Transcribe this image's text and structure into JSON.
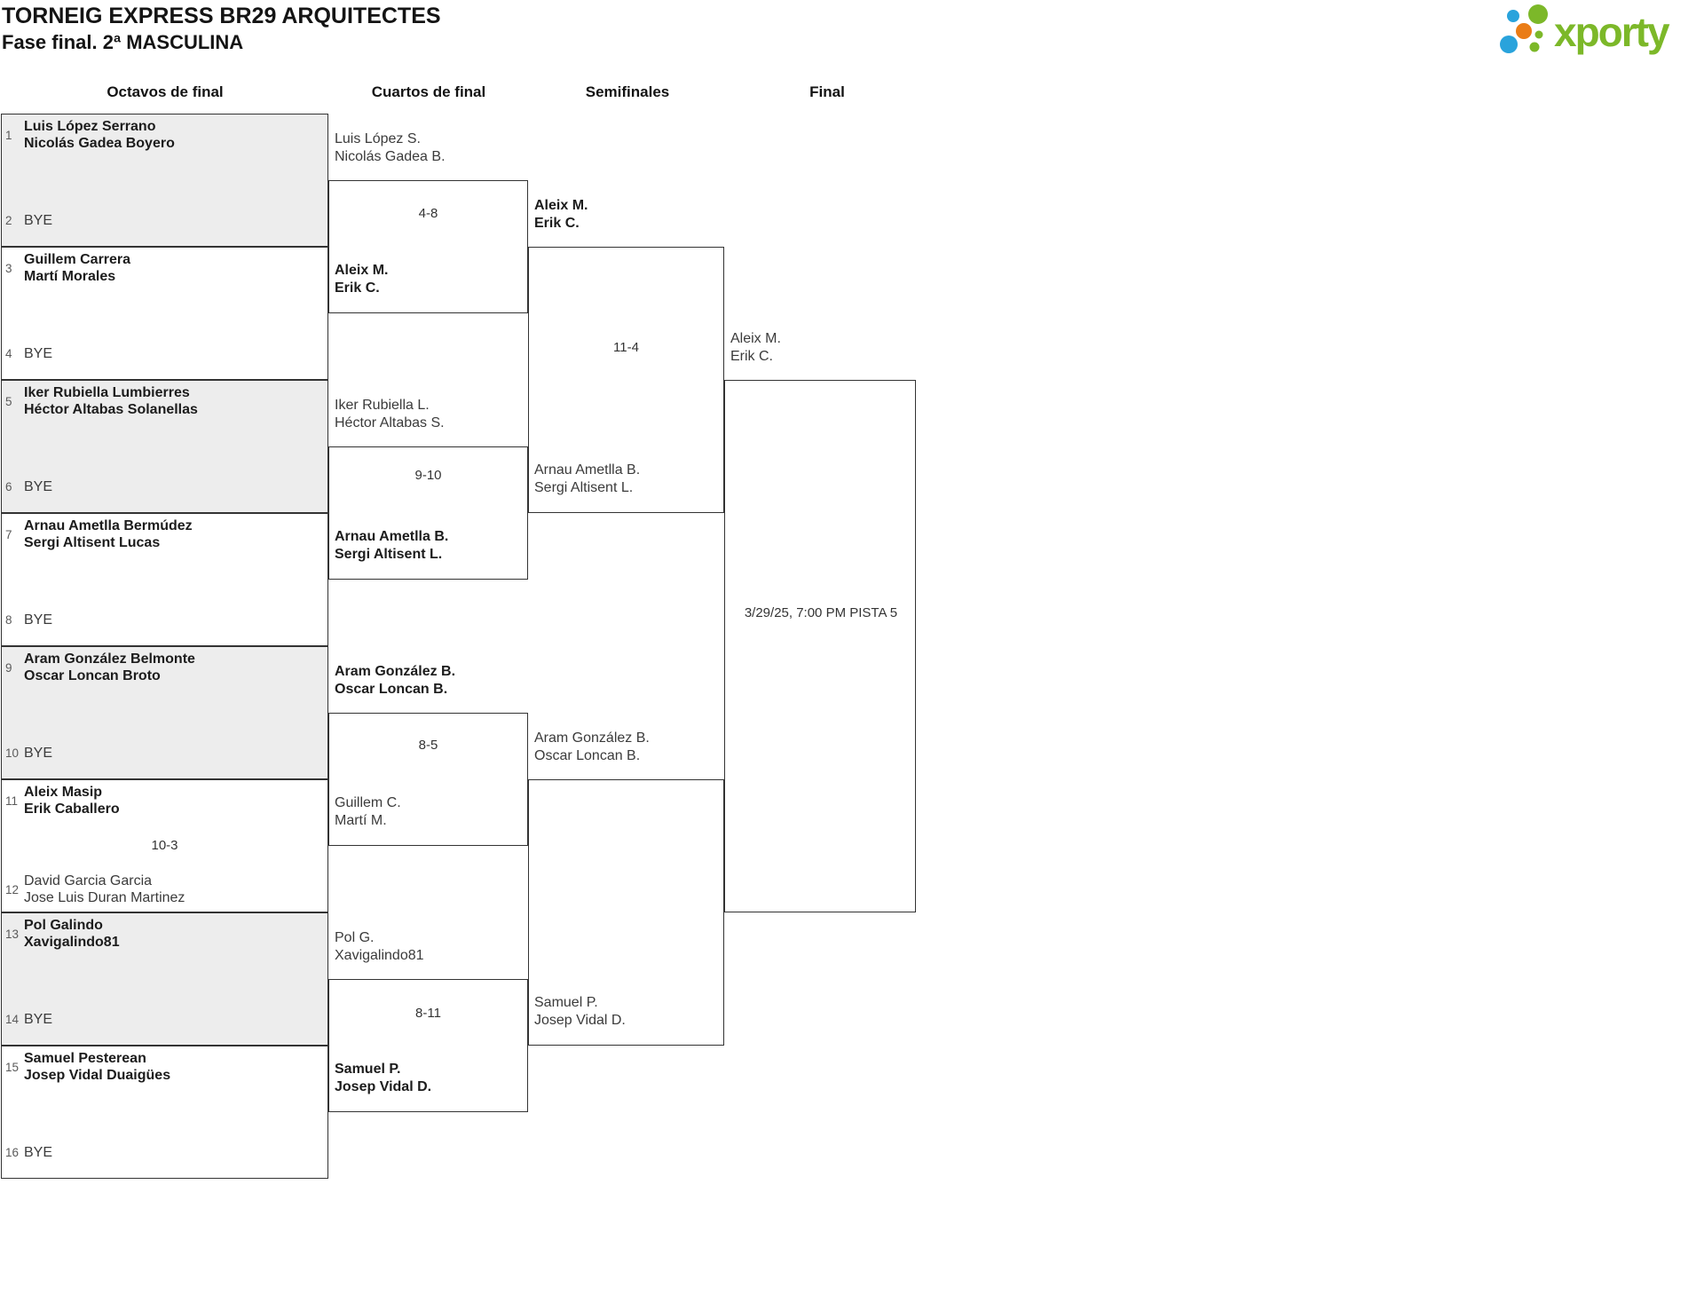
{
  "title": "TORNEIG EXPRESS BR29 ARQUITECTES",
  "subtitle": "Fase final. 2ª MASCULINA",
  "logo": {
    "wordmark": "xporty",
    "green": "#7cb829",
    "blue": "#29a3dc",
    "orange": "#ea7c16"
  },
  "round_headers": [
    "Octavos de final",
    "Cuartos de final",
    "Semifinales",
    "Final"
  ],
  "octavos": [
    {
      "seed_a": "1",
      "team_a": [
        "Luis López Serrano",
        "Nicolás Gadea Boyero"
      ],
      "seed_b": "2",
      "team_b": [
        "BYE"
      ],
      "score": ""
    },
    {
      "seed_a": "3",
      "team_a": [
        "Guillem Carrera",
        "Martí Morales"
      ],
      "seed_b": "4",
      "team_b": [
        "BYE"
      ],
      "score": ""
    },
    {
      "seed_a": "5",
      "team_a": [
        "Iker Rubiella Lumbierres",
        "Héctor Altabas Solanellas"
      ],
      "seed_b": "6",
      "team_b": [
        "BYE"
      ],
      "score": ""
    },
    {
      "seed_a": "7",
      "team_a": [
        "Arnau Ametlla Bermúdez",
        "Sergi Altisent Lucas"
      ],
      "seed_b": "8",
      "team_b": [
        "BYE"
      ],
      "score": ""
    },
    {
      "seed_a": "9",
      "team_a": [
        "Aram González Belmonte",
        "Oscar Loncan Broto"
      ],
      "seed_b": "10",
      "team_b": [
        "BYE"
      ],
      "score": ""
    },
    {
      "seed_a": "11",
      "team_a": [
        "Aleix Masip",
        "Erik Caballero"
      ],
      "seed_b": "12",
      "team_b": [
        "David Garcia Garcia",
        "Jose Luis Duran Martinez"
      ],
      "score": "10-3",
      "winner": "a"
    },
    {
      "seed_a": "13",
      "team_a": [
        "Pol Galindo",
        "Xavigalindo81"
      ],
      "seed_b": "14",
      "team_b": [
        "BYE"
      ],
      "score": ""
    },
    {
      "seed_a": "15",
      "team_a": [
        "Samuel Pesterean",
        "Josep Vidal Duaigües"
      ],
      "seed_b": "16",
      "team_b": [
        "BYE"
      ],
      "score": ""
    }
  ],
  "cuartos": [
    {
      "team_a": [
        "Luis López S.",
        "Nicolás Gadea B."
      ],
      "team_b": [
        "Aleix M.",
        "Erik C."
      ],
      "score": "4-8",
      "winner": "b"
    },
    {
      "team_a": [
        "Iker Rubiella L.",
        "Héctor Altabas S."
      ],
      "team_b": [
        "Arnau Ametlla B.",
        "Sergi Altisent L."
      ],
      "score": "9-10",
      "winner": "b"
    },
    {
      "team_a": [
        "Aram González B.",
        "Oscar Loncan B."
      ],
      "team_b": [
        "Guillem C.",
        "Martí M."
      ],
      "score": "8-5",
      "winner": "a"
    },
    {
      "team_a": [
        "Pol G.",
        "Xavigalindo81"
      ],
      "team_b": [
        "Samuel P.",
        "Josep Vidal D."
      ],
      "score": "8-11",
      "winner": "b"
    }
  ],
  "semifinales": [
    {
      "team_a": [
        "Aleix M.",
        "Erik C."
      ],
      "team_b": [
        "Arnau Ametlla B.",
        "Sergi Altisent L."
      ],
      "score": "11-4",
      "winner": "a"
    },
    {
      "team_a": [
        "Aram González B.",
        "Oscar Loncan B."
      ],
      "team_b": [
        "Samuel P.",
        "Josep Vidal D."
      ],
      "score": "",
      "winner": ""
    }
  ],
  "final": {
    "team_a": [
      "Aleix M.",
      "Erik C."
    ],
    "schedule": "3/29/25, 7:00 PM PISTA 5"
  }
}
